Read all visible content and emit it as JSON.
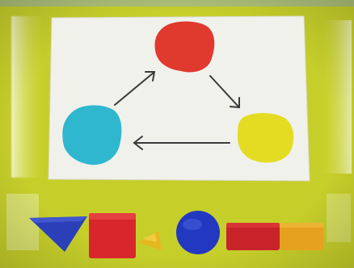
{
  "scene": {
    "description_free": true,
    "background_color": "#c9d12a",
    "paper_color": "#f0f0ea",
    "colors": {
      "red": "#e0392e",
      "cyan": "#2fb7cf",
      "yellow": "#e4dc22",
      "blue": "#2a3fb8",
      "dark_red": "#c8222b",
      "orange_yellow": "#e6a11f",
      "arrow": "#3a3a3a"
    },
    "cycle": {
      "nodes": [
        "red",
        "yellow",
        "cyan"
      ],
      "direction": "clockwise"
    },
    "blocks": [
      "blue-triangle",
      "red-square",
      "small-yellow-triangle",
      "blue-circle",
      "red-rectangle",
      "yellow-rectangle"
    ]
  }
}
